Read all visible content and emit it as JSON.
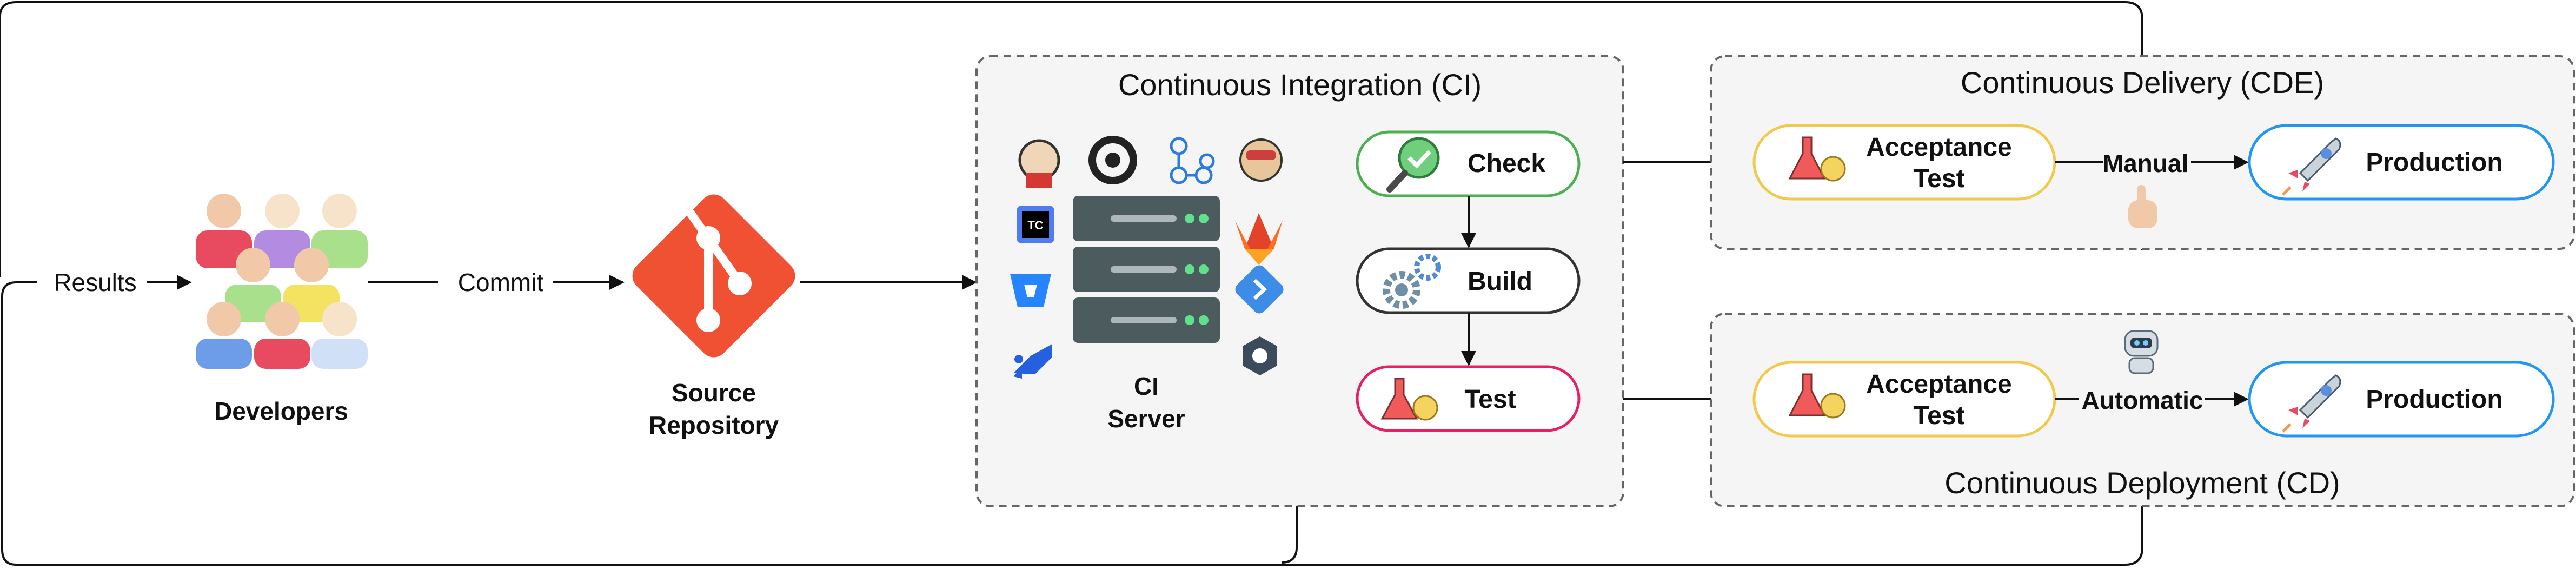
{
  "flow": {
    "results": "Results",
    "commit": "Commit",
    "manual": "Manual",
    "automatic": "Automatic"
  },
  "developers": {
    "label": "Developers"
  },
  "repo": {
    "line1": "Source",
    "line2": "Repository"
  },
  "ci": {
    "title": "Continuous Integration (CI)",
    "server_line1": "CI",
    "server_line2": "Server",
    "tool_icons": [
      "jenkins-icon",
      "circleci-icon",
      "github-actions-icon",
      "travis-ci-icon",
      "teamcity-icon",
      "gitlab-icon",
      "bitbucket-icon",
      "semaphore-icon",
      "azure-pipelines-icon",
      "concourse-icon"
    ],
    "steps": {
      "check": "Check",
      "build": "Build",
      "test": "Test"
    }
  },
  "cde": {
    "title": "Continuous Delivery (CDE)",
    "acceptance_line1": "Acceptance",
    "acceptance_line2": "Test",
    "production": "Production"
  },
  "cd": {
    "title": "Continuous Deployment (CD)",
    "acceptance_line1": "Acceptance",
    "acceptance_line2": "Test",
    "production": "Production"
  },
  "colors": {
    "check_border": "#4caf50",
    "build_border": "#333333",
    "test_border": "#e91e63",
    "acceptance_border": "#f2c94c",
    "production_border": "#2196f3",
    "git_orange": "#f05133",
    "panel_fill": "#f5f5f5"
  }
}
